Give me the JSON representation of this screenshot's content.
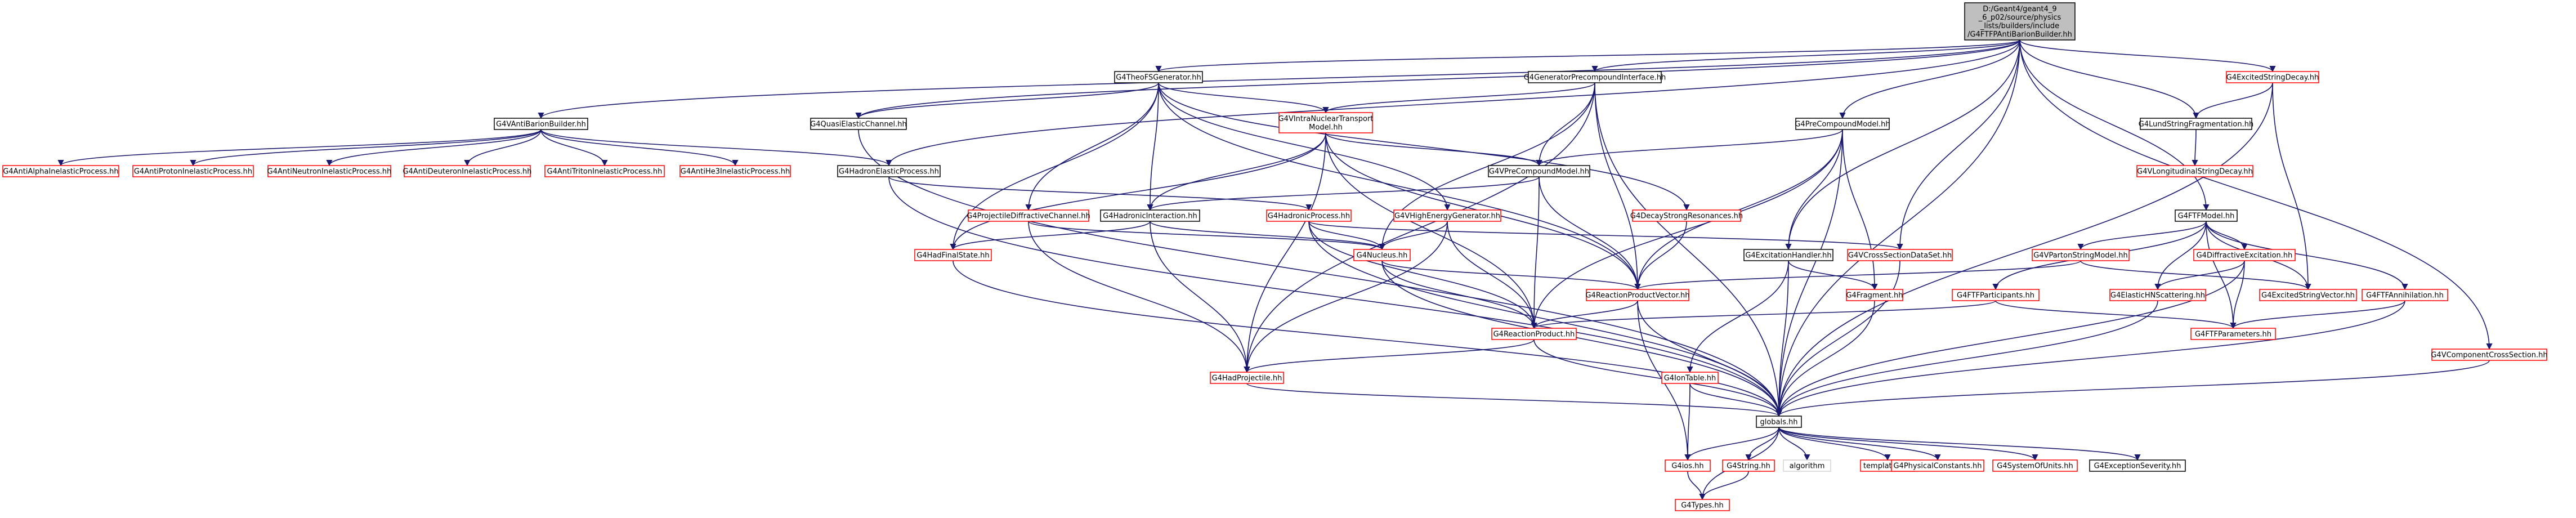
{
  "colors": {
    "root_fill": "#bfbfbf",
    "node_fill": "#ffffff",
    "black_border": "#000000",
    "red_border": "#ff0000",
    "edge_color": "#191970",
    "edge_orange": "#c0804a"
  },
  "nodes": [
    {
      "id": "root",
      "lines": [
        "D:/Geant4/geant4_9",
        "_6_p02/source/physics",
        "_lists/builders/include",
        "/G4FTFPAntiBarionBuilder.hh"
      ],
      "style": "root"
    },
    {
      "id": "theofs",
      "lines": [
        "G4TheoFSGenerator.hh"
      ],
      "style": "black"
    },
    {
      "id": "genprecomp",
      "lines": [
        "G4GeneratorPrecompoundInterface.hh"
      ],
      "style": "black"
    },
    {
      "id": "excstrdecay",
      "lines": [
        "G4ExcitedStringDecay.hh"
      ],
      "style": "red"
    },
    {
      "id": "vantibarion",
      "lines": [
        "G4VAntiBarionBuilder.hh"
      ],
      "style": "black"
    },
    {
      "id": "quasielastic",
      "lines": [
        "G4QuasiElasticChannel.hh"
      ],
      "style": "black"
    },
    {
      "id": "vintranuc",
      "lines": [
        "G4VIntraNuclearTransport",
        "Model.hh"
      ],
      "style": "red"
    },
    {
      "id": "precompmodel",
      "lines": [
        "G4PreCompoundModel.hh"
      ],
      "style": "black"
    },
    {
      "id": "lundstring",
      "lines": [
        "G4LundStringFragmentation.hh"
      ],
      "style": "black"
    },
    {
      "id": "antialpha",
      "lines": [
        "G4AntiAlphaInelasticProcess.hh"
      ],
      "style": "red"
    },
    {
      "id": "antiproton",
      "lines": [
        "G4AntiProtonInelasticProcess.hh"
      ],
      "style": "red"
    },
    {
      "id": "antineutron",
      "lines": [
        "G4AntiNeutronInelasticProcess.hh"
      ],
      "style": "red"
    },
    {
      "id": "antideuteron",
      "lines": [
        "G4AntiDeuteronInelasticProcess.hh"
      ],
      "style": "red"
    },
    {
      "id": "antitriton",
      "lines": [
        "G4AntiTritonInelasticProcess.hh"
      ],
      "style": "red"
    },
    {
      "id": "antihe3",
      "lines": [
        "G4AntiHe3InelasticProcess.hh"
      ],
      "style": "red"
    },
    {
      "id": "hadronelastic",
      "lines": [
        "G4HadronElasticProcess.hh"
      ],
      "style": "black"
    },
    {
      "id": "vprecompmodel",
      "lines": [
        "G4VPreCompoundModel.hh"
      ],
      "style": "black"
    },
    {
      "id": "vlongstr",
      "lines": [
        "G4VLongitudinalStringDecay.hh"
      ],
      "style": "red"
    },
    {
      "id": "ftfmodel",
      "lines": [
        "G4FTFModel.hh"
      ],
      "style": "black"
    },
    {
      "id": "projdiffr",
      "lines": [
        "G4ProjectileDiffractiveChannel.hh"
      ],
      "style": "red"
    },
    {
      "id": "hadinteraction",
      "lines": [
        "G4HadronicInteraction.hh"
      ],
      "style": "black"
    },
    {
      "id": "hadronicproc",
      "lines": [
        "G4HadronicProcess.hh"
      ],
      "style": "red"
    },
    {
      "id": "vhighenergy",
      "lines": [
        "G4VHighEnergyGenerator.hh"
      ],
      "style": "red"
    },
    {
      "id": "decaystrres",
      "lines": [
        "G4DecayStrongResonances.hh"
      ],
      "style": "red"
    },
    {
      "id": "vcrosssec",
      "lines": [
        "G4VCrossSectionDataSet.hh"
      ],
      "style": "red"
    },
    {
      "id": "excitationhandler",
      "lines": [
        "G4ExcitationHandler.hh"
      ],
      "style": "black"
    },
    {
      "id": "vpartonstr",
      "lines": [
        "G4VPartonStringModel.hh"
      ],
      "style": "red"
    },
    {
      "id": "diffexc",
      "lines": [
        "G4DiffractiveExcitation.hh"
      ],
      "style": "red"
    },
    {
      "id": "hadfinalstate",
      "lines": [
        "G4HadFinalState.hh"
      ],
      "style": "red"
    },
    {
      "id": "nucleus",
      "lines": [
        "G4Nucleus.hh"
      ],
      "style": "red"
    },
    {
      "id": "reactprodvec",
      "lines": [
        "G4ReactionProductVector.hh"
      ],
      "style": "red"
    },
    {
      "id": "fragment",
      "lines": [
        "G4Fragment.hh"
      ],
      "style": "red"
    },
    {
      "id": "ftfparticipants",
      "lines": [
        "G4FTFParticipants.hh"
      ],
      "style": "red"
    },
    {
      "id": "elastichn",
      "lines": [
        "G4ElasticHNScattering.hh"
      ],
      "style": "red"
    },
    {
      "id": "excstrvec",
      "lines": [
        "G4ExcitedStringVector.hh"
      ],
      "style": "red"
    },
    {
      "id": "ftfannih",
      "lines": [
        "G4FTFAnnihilation.hh"
      ],
      "style": "red"
    },
    {
      "id": "reactprod",
      "lines": [
        "G4ReactionProduct.hh"
      ],
      "style": "red"
    },
    {
      "id": "ftfparams",
      "lines": [
        "G4FTFParameters.hh"
      ],
      "style": "red"
    },
    {
      "id": "vcompcross",
      "lines": [
        "G4VComponentCrossSection.hh"
      ],
      "style": "red"
    },
    {
      "id": "iontable",
      "lines": [
        "G4IonTable.hh"
      ],
      "style": "red"
    },
    {
      "id": "hadprojectile",
      "lines": [
        "G4HadProjectile.hh"
      ],
      "style": "red"
    },
    {
      "id": "globals",
      "lines": [
        "globals.hh"
      ],
      "style": "black"
    },
    {
      "id": "g4ios",
      "lines": [
        "G4ios.hh"
      ],
      "style": "red"
    },
    {
      "id": "g4string",
      "lines": [
        "G4String.hh"
      ],
      "style": "red"
    },
    {
      "id": "algorithm",
      "lines": [
        "algorithm"
      ],
      "style": "lightgray"
    },
    {
      "id": "templates",
      "lines": [
        "templates.hh"
      ],
      "style": "red"
    },
    {
      "id": "physconst",
      "lines": [
        "G4PhysicalConstants.hh"
      ],
      "style": "red"
    },
    {
      "id": "sysunits",
      "lines": [
        "G4SystemOfUnits.hh"
      ],
      "style": "red"
    },
    {
      "id": "excseverity",
      "lines": [
        "G4ExceptionSeverity.hh"
      ],
      "style": "black"
    },
    {
      "id": "g4types",
      "lines": [
        "G4Types.hh"
      ],
      "style": "red"
    }
  ],
  "edges": [
    [
      "root",
      "theofs"
    ],
    [
      "root",
      "genprecomp"
    ],
    [
      "root",
      "excstrdecay"
    ],
    [
      "root",
      "vantibarion"
    ],
    [
      "root",
      "quasielastic"
    ],
    [
      "root",
      "precompmodel"
    ],
    [
      "root",
      "lundstring"
    ],
    [
      "root",
      "hadronelastic"
    ],
    [
      "root",
      "ftfmodel"
    ],
    [
      "root",
      "vcompcross"
    ],
    [
      "root",
      "globals"
    ],
    [
      "root",
      "excitationhandler"
    ],
    [
      "root",
      "vcrosssec"
    ],
    [
      "theofs",
      "quasielastic"
    ],
    [
      "theofs",
      "vintranuc"
    ],
    [
      "theofs",
      "hadinteraction"
    ],
    [
      "theofs",
      "projdiffr"
    ],
    [
      "theofs",
      "vhighenergy"
    ],
    [
      "theofs",
      "decaystrres"
    ],
    [
      "theofs",
      "hadfinalstate"
    ],
    [
      "theofs",
      "reactprodvec"
    ],
    [
      "genprecomp",
      "vintranuc"
    ],
    [
      "genprecomp",
      "nucleus"
    ],
    [
      "genprecomp",
      "reactprodvec"
    ],
    [
      "genprecomp",
      "hadprojectile"
    ],
    [
      "genprecomp",
      "globals"
    ],
    [
      "genprecomp",
      "vprecompmodel"
    ],
    [
      "excstrdecay",
      "lundstring"
    ],
    [
      "excstrdecay",
      "excstrvec"
    ],
    [
      "excstrdecay",
      "globals"
    ],
    [
      "vantibarion",
      "antialpha"
    ],
    [
      "vantibarion",
      "antiproton"
    ],
    [
      "vantibarion",
      "antineutron"
    ],
    [
      "vantibarion",
      "antideuteron"
    ],
    [
      "vantibarion",
      "antitriton"
    ],
    [
      "vantibarion",
      "antihe3"
    ],
    [
      "vantibarion",
      "hadronelastic"
    ],
    [
      "quasielastic",
      "globals"
    ],
    [
      "vintranuc",
      "vprecompmodel"
    ],
    [
      "vintranuc",
      "hadinteraction"
    ],
    [
      "vintranuc",
      "hadfinalstate"
    ],
    [
      "vintranuc",
      "reactprodvec"
    ],
    [
      "vintranuc",
      "hadprojectile"
    ],
    [
      "vintranuc",
      "reactprod"
    ],
    [
      "precompmodel",
      "vprecompmodel"
    ],
    [
      "precompmodel",
      "excitationhandler"
    ],
    [
      "precompmodel",
      "reactprodvec"
    ],
    [
      "precompmodel",
      "fragment"
    ],
    [
      "precompmodel",
      "reactprod"
    ],
    [
      "precompmodel",
      "globals"
    ],
    [
      "lundstring",
      "vlongstr"
    ],
    [
      "hadronelastic",
      "hadronicproc"
    ],
    [
      "hadronelastic",
      "globals"
    ],
    [
      "vprecompmodel",
      "hadinteraction"
    ],
    [
      "vprecompmodel",
      "reactprodvec"
    ],
    [
      "vprecompmodel",
      "reactprod"
    ],
    [
      "ftfmodel",
      "vpartonstr"
    ],
    [
      "ftfmodel",
      "diffexc"
    ],
    [
      "ftfmodel",
      "ftfparticipants"
    ],
    [
      "ftfmodel",
      "elastichn"
    ],
    [
      "ftfmodel",
      "excstrvec"
    ],
    [
      "ftfmodel",
      "ftfannih"
    ],
    [
      "ftfmodel",
      "ftfparams"
    ],
    [
      "projdiffr",
      "nucleus"
    ],
    [
      "projdiffr",
      "hadprojectile"
    ],
    [
      "hadinteraction",
      "hadfinalstate"
    ],
    [
      "hadinteraction",
      "nucleus"
    ],
    [
      "hadinteraction",
      "hadprojectile"
    ],
    [
      "hadronicproc",
      "nucleus"
    ],
    [
      "hadronicproc",
      "vcrosssec"
    ],
    [
      "hadronicproc",
      "reactprod"
    ],
    [
      "hadronicproc",
      "globals"
    ],
    [
      "vhighenergy",
      "nucleus"
    ],
    [
      "vhighenergy",
      "reactprod"
    ],
    [
      "vhighenergy",
      "hadprojectile"
    ],
    [
      "decaystrres",
      "reactprodvec"
    ],
    [
      "vcrosssec",
      "globals"
    ],
    [
      "excitationhandler",
      "iontable"
    ],
    [
      "excitationhandler",
      "fragment"
    ],
    [
      "excitationhandler",
      "globals"
    ],
    [
      "vpartonstr",
      "reactprodvec"
    ],
    [
      "vpartonstr",
      "excstrvec"
    ],
    [
      "diffexc",
      "elastichn"
    ],
    [
      "diffexc",
      "ftfparams"
    ],
    [
      "diffexc",
      "globals"
    ],
    [
      "hadfinalstate",
      "globals"
    ],
    [
      "nucleus",
      "reactprodvec"
    ],
    [
      "nucleus",
      "reactprod"
    ],
    [
      "nucleus",
      "globals"
    ],
    [
      "reactprodvec",
      "reactprod"
    ],
    [
      "reactprodvec",
      "globals"
    ],
    [
      "reactprodvec",
      "g4ios"
    ],
    [
      "fragment",
      "globals"
    ],
    [
      "ftfparticipants",
      "reactprod"
    ],
    [
      "ftfparticipants",
      "ftfparams"
    ],
    [
      "elastichn",
      "globals"
    ],
    [
      "ftfannih",
      "globals"
    ],
    [
      "ftfannih",
      "ftfparams"
    ],
    [
      "reactprod",
      "hadprojectile"
    ],
    [
      "reactprod",
      "globals"
    ],
    [
      "vcompcross",
      "globals"
    ],
    [
      "iontable",
      "globals"
    ],
    [
      "iontable",
      "g4ios"
    ],
    [
      "hadprojectile",
      "globals"
    ],
    [
      "globals",
      "g4ios"
    ],
    [
      "globals",
      "g4string"
    ],
    [
      "globals",
      "algorithm"
    ],
    [
      "globals",
      "templates"
    ],
    [
      "globals",
      "physconst"
    ],
    [
      "globals",
      "sysunits"
    ],
    [
      "globals",
      "excseverity"
    ],
    [
      "globals",
      "g4types"
    ],
    [
      "g4ios",
      "g4types"
    ],
    [
      "g4string",
      "g4types"
    ]
  ]
}
